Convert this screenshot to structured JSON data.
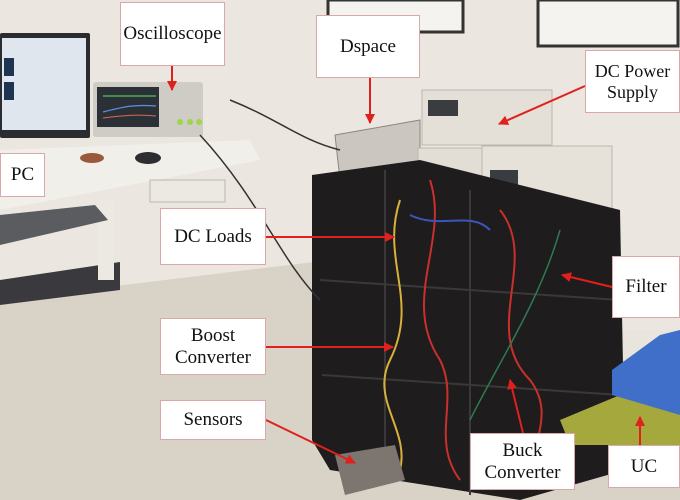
{
  "figure": {
    "labels": {
      "oscilloscope": "Oscilloscope",
      "dspace": "Dspace",
      "dc_power_supply_line1": "DC Power",
      "dc_power_supply_line2": "Supply",
      "pc": "PC",
      "dc_loads": "DC Loads",
      "boost_line1": "Boost",
      "boost_line2": "Converter",
      "sensors": "Sensors",
      "filter": "Filter",
      "buck_line1": "Buck",
      "buck_line2": "Converter",
      "uc": "UC"
    },
    "colors": {
      "arrow": "#e0201c",
      "rack": "#1e1c1d",
      "wall": "#e9e4dc",
      "floor": "#d9d3c8",
      "uc_box": "#3f6fc9",
      "uc_cushion": "#a5a83c"
    }
  }
}
